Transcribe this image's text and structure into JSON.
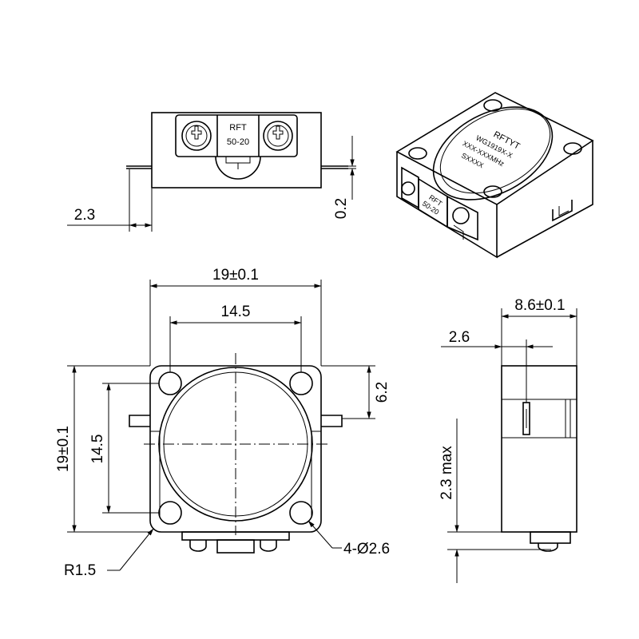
{
  "dimensions": {
    "width": "19±0.1",
    "hole_pitch": "14.5",
    "height": "19±0.1",
    "hole_pitch_v": "14.5",
    "offset": "6.2",
    "holes": "4-Ø2.6",
    "radius": "R1.5",
    "depth": "8.6±0.1",
    "tab": "2.6",
    "max_height": "2.3 max",
    "pin_len": "2.3",
    "thickness": "0.2"
  },
  "label_top": {
    "brand": "RFT",
    "spec": "50-20"
  },
  "iso_label": {
    "brand": "RFTYT",
    "model": "WG1919X-X",
    "freq": "XXX-XXXMHz",
    "serial": "SXXXX",
    "resistor_brand": "RFT",
    "resistor_spec": "50-20"
  }
}
